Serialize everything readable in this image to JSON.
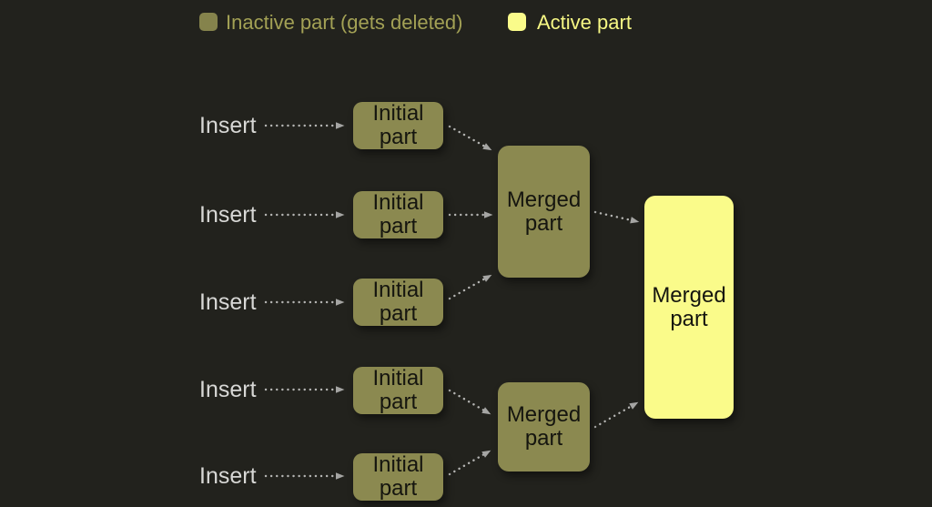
{
  "legend": {
    "inactive_label": "Inactive part (gets deleted)",
    "active_label": "Active part"
  },
  "colors": {
    "background": "#22221d",
    "inactive_fill": "#8b8950",
    "active_fill": "#fafb8a",
    "legend_inactive_swatch": "#85834c",
    "legend_inactive_text": "#a3a155",
    "legend_active_text": "#f6f784",
    "insert_text": "#d8d8d6",
    "box_text": "#15150f",
    "arrow": "#b5b5b3",
    "arrowhead": "#a5a5a3"
  },
  "flow": {
    "insert_labels": [
      "Insert",
      "Insert",
      "Insert",
      "Insert",
      "Insert"
    ],
    "initial_parts": [
      "Initial part",
      "Initial part",
      "Initial part",
      "Initial part",
      "Initial part"
    ],
    "merged_parts": [
      "Merged part",
      "Merged part"
    ],
    "final_part": "Merged part"
  }
}
